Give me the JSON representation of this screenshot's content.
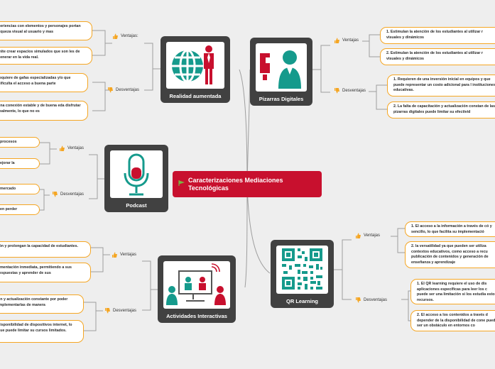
{
  "central": {
    "title": "Caracterizaciones Mediaciones Tecnológicas"
  },
  "colors": {
    "central": "#c8102e",
    "card": "#414141",
    "leaf_border": "#f5a623",
    "thumb": "#f5a623",
    "line": "#9e9e9e"
  },
  "topics": {
    "realidad": {
      "title": "Realidad aumentada",
      "ventajas_label": "Ventajas:",
      "desventajas_label": "Desventajas",
      "ventajas": [
        "periencias con elementos y personajes portan riqueza visual al usuario y mas",
        "mite crear espacios simulados que son les de generar en la vida real."
      ],
      "desventajas": [
        "requiere de gafas especializadas y/o que dificulta el acceso a buena parte",
        "una conexión estable y de buena eda disfrutar realmente, lo que no es"
      ]
    },
    "pizarras": {
      "title": "Pizarras Digitales",
      "ventajas_label": "Ventajas",
      "desventajas_label": "Desventajas",
      "ventajas": [
        "1. Estimulan la atención de los estudiantes al utilizar r visuales y dinámicos",
        "2. Estimulan la atención de los estudiantes al utilizar r visuales y dinámicos"
      ],
      "desventajas": [
        "1. Requieren de una inversión inicial en equipos y que puede representar un costo adicional para l instituciones educativas.",
        "2. La falta de capacitación y actualización constan de las pizarras digitales puede limitar su efectivid"
      ]
    },
    "podcast": {
      "title": "Podcast",
      "ventajas_label": "Ventajas",
      "desventajas_label": "Desventajas",
      "ventajas": [
        "procesos",
        "ejorar la"
      ],
      "desventajas": [
        "mercado",
        "en perder"
      ]
    },
    "qr": {
      "title": "QR Learning",
      "ventajas_label": "Ventajas",
      "desventajas_label": "Desventajas",
      "ventajas": [
        "1. El acceso a la información a través de có y sencillo, lo que facilita su implementació",
        "2. la versatilidad ya que pueden ser utiliza contextos educativos, como acceso a recu publicación de contenidos y generación de enseñanza y aprendizaje"
      ],
      "desventajas": [
        "1. El QR learning requiere el uso de dis aplicaciones específicas para leer los c puede ser una limitación si los estudia estos recursos.",
        "2. El acceso a los contenidos a través d depender de la disponibilidad de cone puede ser un obstáculo en entornos co"
      ]
    },
    "actividades": {
      "title": "Actividades Interactivas",
      "ventajas_label": "Ventajas",
      "desventajas_label": "Desventajas",
      "ventajas": [
        "ión y prolongan la capacidad de estudiantes.",
        "limentación inmediata, permitiendo a sus respuestas y aprender de sus"
      ],
      "desventajas": [
        "ón y actualización constante por poder implementarlas de manera",
        "disponibilidad de dispositivos internet, lo que puede limitar su cursos limitados."
      ]
    }
  }
}
